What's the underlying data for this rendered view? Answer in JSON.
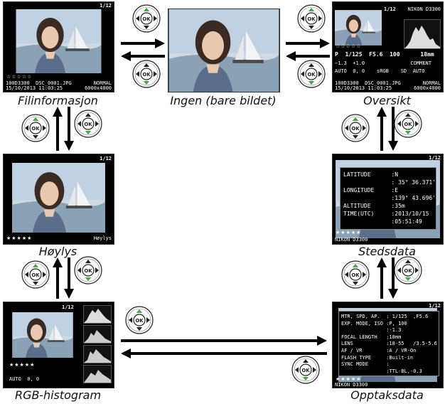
{
  "panels": {
    "file_info": {
      "caption": "Filinformasjon",
      "counter": "1/12",
      "file_line1": "100D3300  DSC_0001.JPG",
      "file_line2": "15/10/2013 11:03:25",
      "quality": "NORMAL",
      "size": "6000x4000",
      "stars": "☆☆☆☆☆"
    },
    "none": {
      "caption": "Ingen (bare bildet)"
    },
    "overview": {
      "caption": "Oversikt",
      "counter": "1/12",
      "camera": "NIKON D3300",
      "stars": "☆☆☆☆☆",
      "row1": "P  1/125  F5.6  100      18mm",
      "row2": "−1.3  +1.0",
      "comment": "COMMENT",
      "row3": "AUTO  0, 0    sRGB    SD  AUTO",
      "file_line1": "100D3300  DSC_0001.JPG",
      "file_line2": "15/10/2013 11:03:25",
      "quality": "NORMAL",
      "size": "6000x4000"
    },
    "highlights": {
      "caption": "Høylys",
      "counter": "1/12",
      "stars": "★★★★★",
      "label": "Høylys"
    },
    "location": {
      "caption": "Stedsdata",
      "counter": "1/12",
      "stars": "★★★★★",
      "camera": "NIKON D3300",
      "lines": "LATITUDE      :N\n              : 35° 36.371'\nLONGITUDE     :E\n              :139° 43.696'\nALTITUDE      :35m\nTIME(UTC)     :2013/10/15\n              :05:51:49"
    },
    "rgb": {
      "caption": "RGB-histogram",
      "counter": "1/12",
      "stars": "★★★★★",
      "wb": "AUTO  0, 0"
    },
    "shooting": {
      "caption": "Opptaksdata",
      "counter": "1/12",
      "stars": "★★★★★",
      "camera": "NIKON D3300",
      "lines": "MTR, SPD, AP.  : 1/125  ,F5.6\nEXP. MODE, ISO :P, 100\n               :-1.3\nFOCAL LENGTH   :18mm\nLENS           :18-55   /3.5-5.6\nAF / VR        :A / VR-On\nFLASH TYPE     :Built-in\nSYNC MODE      :\n               :TTL-BL,-0.3"
    }
  },
  "icons": {
    "multi_selector": "multi-selector-icon",
    "ok_label": "OK"
  },
  "colors": {
    "selector_green": "#3fae49",
    "arrow": "#000000"
  }
}
